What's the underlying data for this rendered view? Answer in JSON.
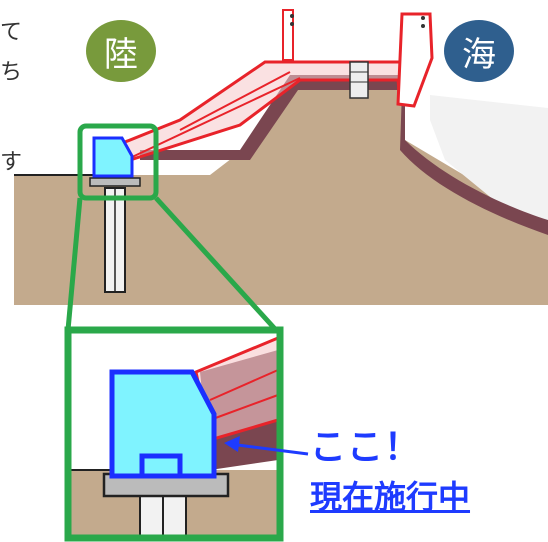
{
  "labels": {
    "land": "陸",
    "sea": "海",
    "edge_glyph_1": "て",
    "edge_glyph_2": "ち",
    "edge_glyph_3": "す"
  },
  "callout": {
    "line1": "ここ！",
    "line2": "現在施行中"
  },
  "colors": {
    "land_badge": "#789a3c",
    "sea_badge": "#2f5f8e",
    "callout_text": "#1e3bff",
    "highlight_frame": "#2aa84a",
    "structure_outline": "#e8232a",
    "ground": "#c3aa8d",
    "embankment": "#7a4650",
    "block_fill": "#7ff3ff",
    "block_outline": "#1b2fff"
  },
  "icons": {
    "callout_arrow": "arrow-left-icon"
  }
}
